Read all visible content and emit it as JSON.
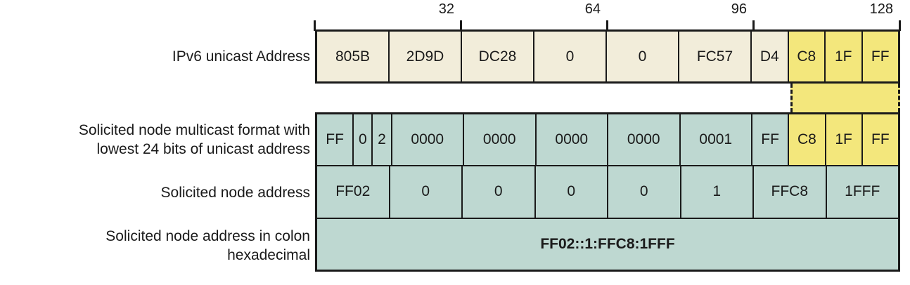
{
  "axis": {
    "ticks": [
      {
        "bit": 0,
        "label": ""
      },
      {
        "bit": 32,
        "label": "32"
      },
      {
        "bit": 64,
        "label": "64"
      },
      {
        "bit": 96,
        "label": "96"
      },
      {
        "bit": 128,
        "label": "128"
      }
    ]
  },
  "colors": {
    "cream": "#f2edda",
    "yellow": "#f3e77c",
    "teal": "#bed8d1",
    "line": "#1a1a1a",
    "background": "#ffffff"
  },
  "highlight_band": {
    "from_bit": 104,
    "to_bit": 128
  },
  "rows": [
    {
      "id": "unicast",
      "label_lines": [
        "IPv6 unicast Address"
      ],
      "cells": [
        {
          "text": "805B",
          "bits": 16,
          "fill": "cream"
        },
        {
          "text": "2D9D",
          "bits": 16,
          "fill": "cream"
        },
        {
          "text": "DC28",
          "bits": 16,
          "fill": "cream"
        },
        {
          "text": "0",
          "bits": 16,
          "fill": "cream"
        },
        {
          "text": "0",
          "bits": 16,
          "fill": "cream"
        },
        {
          "text": "FC57",
          "bits": 16,
          "fill": "cream"
        },
        {
          "text": "D4",
          "bits": 8,
          "fill": "cream"
        },
        {
          "text": "C8",
          "bits": 8,
          "fill": "yellow"
        },
        {
          "text": "1F",
          "bits": 8,
          "fill": "yellow"
        },
        {
          "text": "FF",
          "bits": 8,
          "fill": "yellow"
        }
      ]
    },
    {
      "id": "multicast-format",
      "label_lines": [
        "Solicited node multicast format with",
        "lowest 24 bits of unicast address"
      ],
      "cells": [
        {
          "text": "FF",
          "bits": 8,
          "fill": "teal"
        },
        {
          "text": "0",
          "bits": 4,
          "fill": "teal"
        },
        {
          "text": "2",
          "bits": 4,
          "fill": "teal"
        },
        {
          "text": "0000",
          "bits": 16,
          "fill": "teal"
        },
        {
          "text": "0000",
          "bits": 16,
          "fill": "teal"
        },
        {
          "text": "0000",
          "bits": 16,
          "fill": "teal"
        },
        {
          "text": "0000",
          "bits": 16,
          "fill": "teal"
        },
        {
          "text": "0001",
          "bits": 16,
          "fill": "teal"
        },
        {
          "text": "FF",
          "bits": 8,
          "fill": "teal"
        },
        {
          "text": "C8",
          "bits": 8,
          "fill": "yellow"
        },
        {
          "text": "1F",
          "bits": 8,
          "fill": "yellow"
        },
        {
          "text": "FF",
          "bits": 8,
          "fill": "yellow"
        }
      ]
    },
    {
      "id": "solicited-node",
      "label_lines": [
        "Solicited node address"
      ],
      "cells": [
        {
          "text": "FF02",
          "bits": 16,
          "fill": "teal"
        },
        {
          "text": "0",
          "bits": 16,
          "fill": "teal"
        },
        {
          "text": "0",
          "bits": 16,
          "fill": "teal"
        },
        {
          "text": "0",
          "bits": 16,
          "fill": "teal"
        },
        {
          "text": "0",
          "bits": 16,
          "fill": "teal"
        },
        {
          "text": "1",
          "bits": 16,
          "fill": "teal"
        },
        {
          "text": "FFC8",
          "bits": 16,
          "fill": "teal"
        },
        {
          "text": "1FFF",
          "bits": 16,
          "fill": "teal"
        }
      ]
    },
    {
      "id": "colon-hex",
      "label_lines": [
        "Solicited node address in colon",
        "hexadecimal"
      ],
      "cells": [
        {
          "text": "FF02::1:FFC8:1FFF",
          "bits": 128,
          "fill": "teal",
          "bold": true
        }
      ]
    }
  ]
}
